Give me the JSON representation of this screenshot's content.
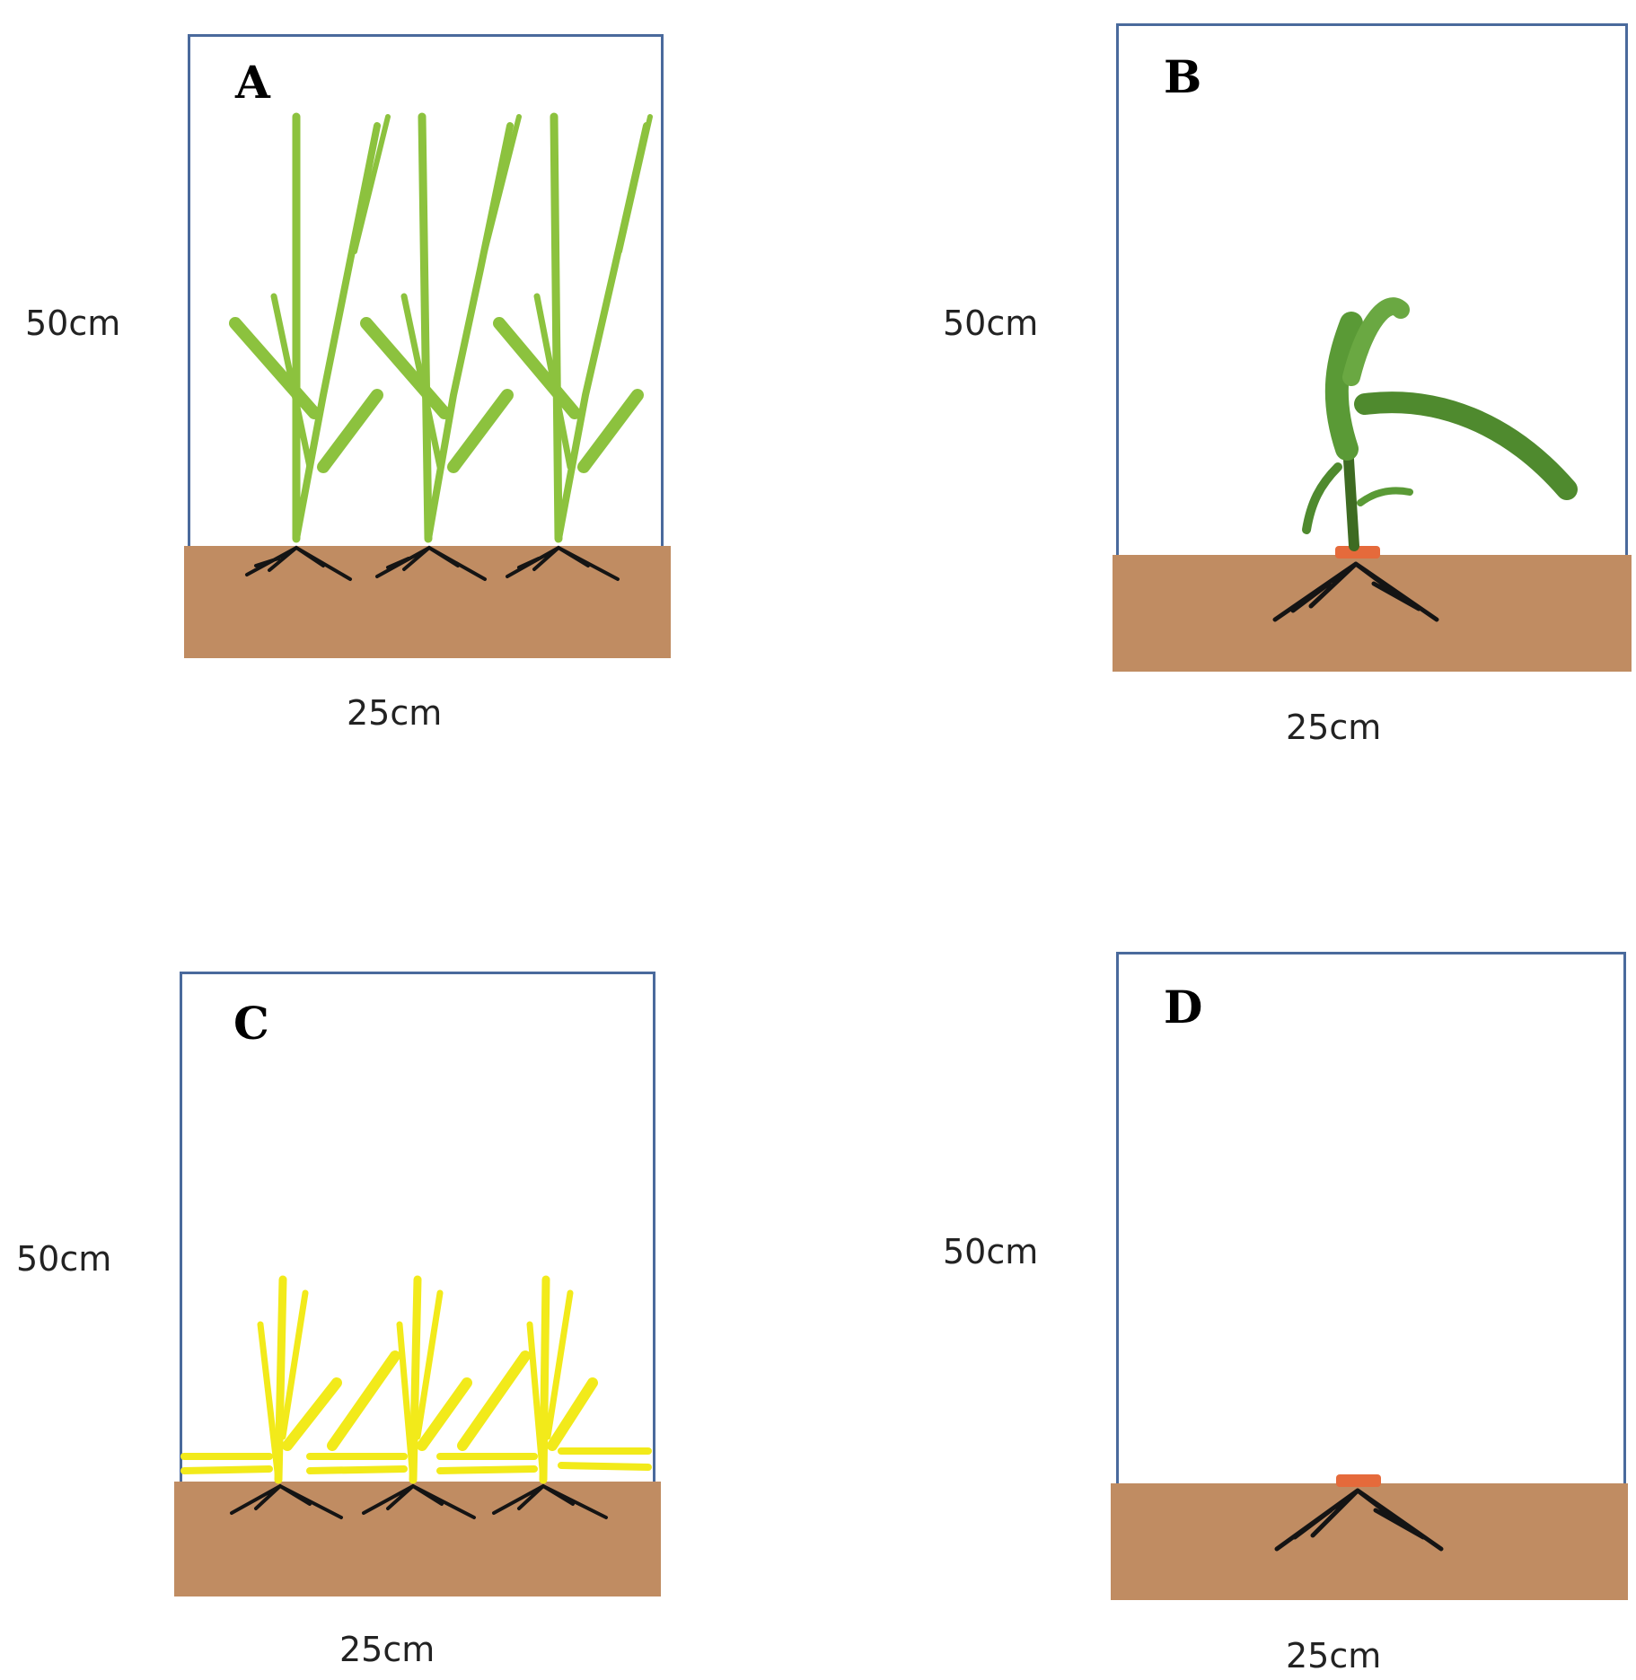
{
  "panels": [
    {
      "id": "A",
      "label": "A",
      "height_label": "50cm",
      "width_label": "25cm",
      "plant": "three-green-grass-plants"
    },
    {
      "id": "B",
      "label": "B",
      "height_label": "50cm",
      "width_label": "25cm",
      "plant": "single-maize-plant"
    },
    {
      "id": "C",
      "label": "C",
      "height_label": "50cm",
      "width_label": "25cm",
      "plant": "three-yellow-cut-grass-plants"
    },
    {
      "id": "D",
      "label": "D",
      "height_label": "50cm",
      "width_label": "25cm",
      "plant": "maize-roots-only"
    }
  ],
  "colors": {
    "frame": "#4a6a9c",
    "soil": "#c08c62",
    "grass_green": "#9acd4a",
    "grass_yellow": "#f2ea1a",
    "maize_green": "#4f8a2e",
    "root": "#1a1a1a",
    "marker": "#e56a3b"
  }
}
